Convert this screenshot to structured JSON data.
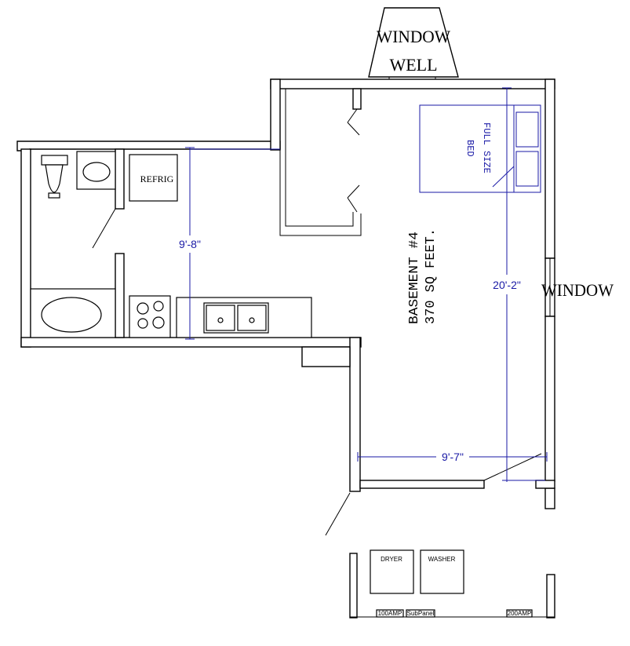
{
  "labels": {
    "window_well_line1": "WINDOW",
    "window_well_line2": "WELL",
    "window_east": "WINDOW",
    "refrig": "REFRIG",
    "bed_line1": "FULL SIZE",
    "bed_line2": "BED",
    "room_line1": "BASEMENT #4",
    "room_line2": "370 SQ FEET.",
    "dryer": "DRYER",
    "washer": "WASHER",
    "panel_100": "100AMP",
    "panel_sub": "SubPanel",
    "panel_200": "200AMP"
  },
  "dimensions": {
    "kitchen_height": "9'-8\"",
    "room_height": "20'-2\"",
    "closet_width": "9'-7\""
  },
  "colors": {
    "line": "#000000",
    "dimension": "#1a1aa6"
  }
}
